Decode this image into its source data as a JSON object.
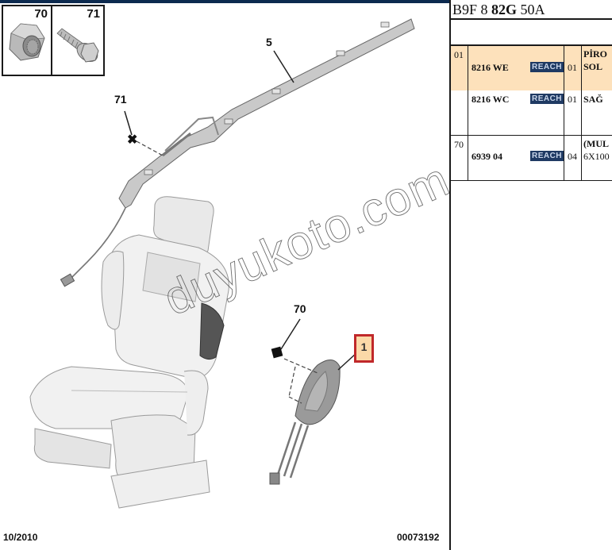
{
  "diagram": {
    "fastener_thumbnails": [
      {
        "ref": "70",
        "icon": "hex-nut-icon"
      },
      {
        "ref": "71",
        "icon": "flange-bolt-icon"
      }
    ],
    "callouts": [
      {
        "ref": "5",
        "label": "5"
      },
      {
        "ref": "71",
        "label": "71"
      },
      {
        "ref": "70",
        "label": "70"
      },
      {
        "ref": "1",
        "label": "1",
        "highlighted": true
      }
    ],
    "watermark": "duyukoto.com",
    "footer": {
      "date": "10/2010",
      "drawing_number": "00073192"
    },
    "colors": {
      "top_bar": "#0c2a4f",
      "highlight_border": "#c0282a",
      "highlight_fill": "#fbd9a8"
    }
  },
  "parts_table": {
    "code": {
      "prefix": "B9F 8 ",
      "bold": "82G",
      "suffix": " 50A"
    },
    "rows": [
      {
        "ref": "01",
        "part_number": "8216 WE",
        "badge": "REACH",
        "qty": "01",
        "desc_line1": "PİRO",
        "desc_line2": "SOL",
        "highlighted": true
      },
      {
        "ref": "",
        "part_number": "8216 WC",
        "badge": "REACH",
        "qty": "01",
        "desc_line1": "SAĞ",
        "desc_line2": "",
        "highlighted": false
      },
      {
        "ref": "70",
        "part_number": "6939 04",
        "badge": "REACH",
        "qty": "04",
        "desc_line1": "(MUL",
        "desc_line2": "6X100",
        "highlighted": false
      }
    ],
    "colors": {
      "row_highlight": "#fde1bb",
      "badge_bg": "#1f3a63",
      "badge_text": "#c9d6ea"
    }
  }
}
